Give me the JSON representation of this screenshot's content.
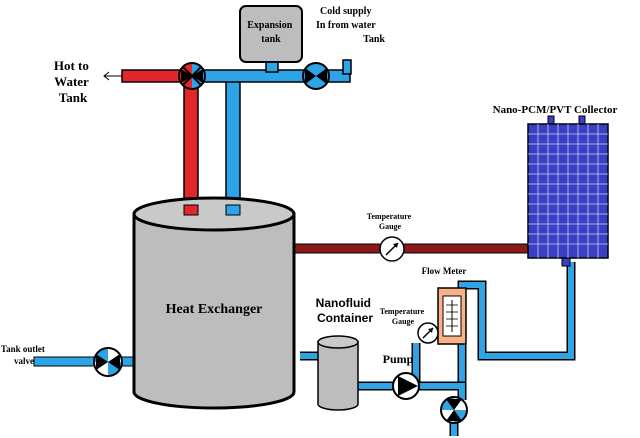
{
  "labels": {
    "hot_to_water_tank": [
      "Hot to",
      "Water",
      "Tank"
    ],
    "expansion_tank": [
      "Expansion",
      "tank"
    ],
    "cold_supply": [
      "Cold supply",
      "In from water",
      "Tank"
    ],
    "collector": "Nano-PCM/PVT Collector",
    "temperature_gauge_top": [
      "Temperature",
      "Gauge"
    ],
    "heat_exchanger": "Heat Exchanger",
    "flow_meter": "Flow Meter",
    "nanofluid_container": [
      "Nanofluid",
      "Container"
    ],
    "temperature_gauge_bottom": [
      "Temperature",
      "Gauge"
    ],
    "pump": "Pump",
    "tank_outlet_valve": [
      "Tank outlet",
      "valve"
    ]
  },
  "colors": {
    "hot_pipe": "#e0282c",
    "cold_pipe": "#2ea3e6",
    "dark_red_pipe": "#8b1a1a",
    "tank_fill": "#bdbdbd",
    "panel_fill": "#3a3fc4",
    "outline": "#000000"
  }
}
